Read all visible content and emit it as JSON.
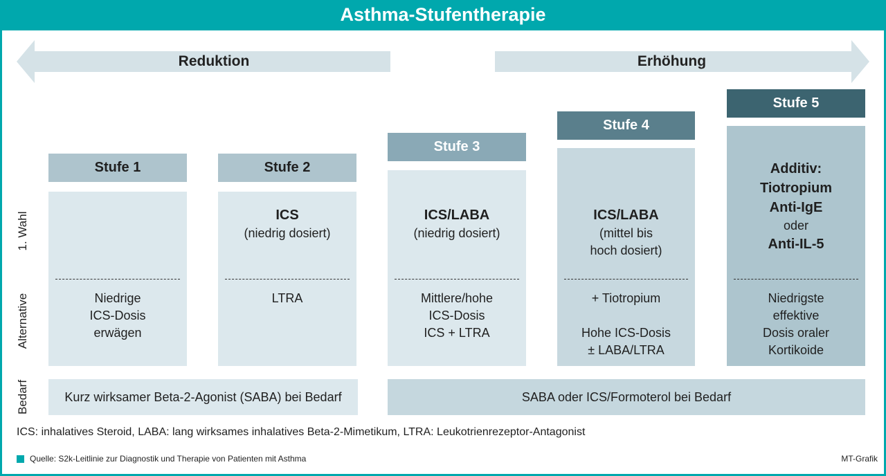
{
  "title": "Asthma-Stufentherapie",
  "arrows": {
    "left": "Reduktion",
    "right": "Erhöhung"
  },
  "row_labels": {
    "first": "1. Wahl",
    "alt": "Alternative",
    "bedarf": "Bedarf"
  },
  "stufen": [
    {
      "name": "Stufe 1",
      "first_bold": [],
      "first_normal": [],
      "alt": [
        "Niedrige",
        "ICS-Dosis",
        "erwägen"
      ]
    },
    {
      "name": "Stufe 2",
      "first_bold": [
        "ICS"
      ],
      "first_normal": [
        "(niedrig dosiert)"
      ],
      "alt": [
        "LTRA"
      ]
    },
    {
      "name": "Stufe 3",
      "first_bold": [
        "ICS/LABA"
      ],
      "first_normal": [
        "(niedrig dosiert)"
      ],
      "alt": [
        "Mittlere/hohe",
        "ICS-Dosis",
        "ICS + LTRA"
      ]
    },
    {
      "name": "Stufe 4",
      "first_bold": [
        "ICS/LABA"
      ],
      "first_normal": [
        "(mittel bis",
        "hoch dosiert)"
      ],
      "alt": [
        "+ Tiotropium",
        "",
        "Hohe ICS-Dosis",
        "± LABA/LTRA"
      ]
    },
    {
      "name": "Stufe 5",
      "first_lines": [
        {
          "t": "Additiv:",
          "b": true
        },
        {
          "t": "Tiotropium",
          "b": true
        },
        {
          "t": "Anti-IgE",
          "b": true
        },
        {
          "t": "oder",
          "b": false
        },
        {
          "t": "Anti-IL-5",
          "b": true
        }
      ],
      "alt": [
        "Niedrigste",
        "effektive",
        "Dosis oraler",
        "Kortikoide"
      ]
    }
  ],
  "bedarf": {
    "left": "Kurz wirksamer Beta-2-Agonist (SABA) bei Bedarf",
    "right": "SABA oder ICS/Formoterol bei Bedarf"
  },
  "legend": "ICS: inhalatives Steroid, LABA: lang wirksames inhalatives Beta-2-Mimetikum, LTRA: Leukotrienrezeptor-Antagonist",
  "source": "Quelle: S2k-Leitlinie zur Diagnostik und Therapie von Patienten mit Asthma",
  "credit": "MT-Grafik",
  "colors": {
    "accent": "#00a8ad",
    "arrow": "#d5e2e7",
    "head1": "#aec4cd",
    "head3": "#8aa9b6",
    "head4": "#5a7f8c",
    "head5": "#3c6470",
    "box1": "#dce8ed",
    "box4": "#c7d8df",
    "box5": "#adc5ce",
    "bedarf": "#c5d7de"
  }
}
